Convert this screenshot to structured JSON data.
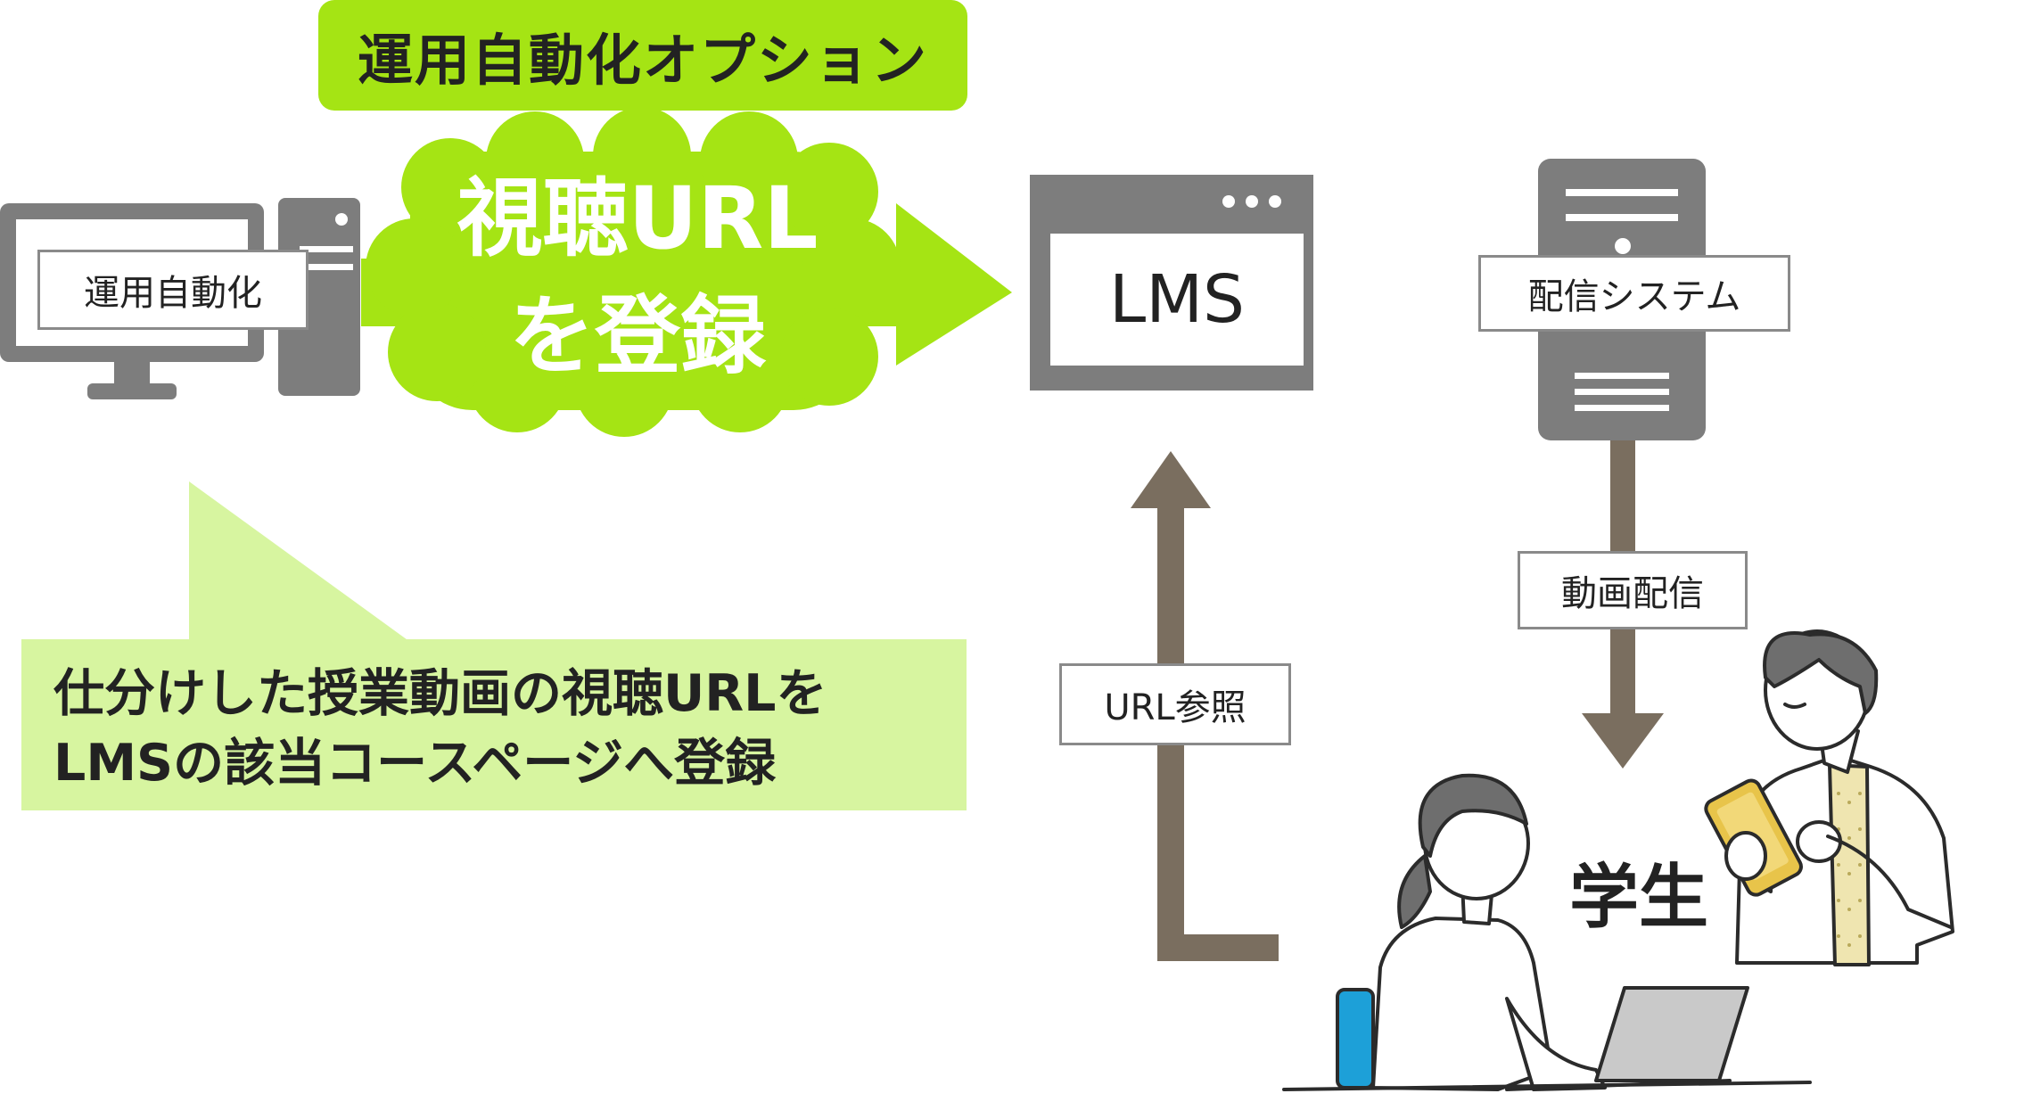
{
  "option_header": "運用自動化オプション",
  "automation_label": "運用自動化",
  "register_url": {
    "line1": "視聴URL",
    "line2": "を登録"
  },
  "callout": {
    "line1": "仕分けした授業動画の視聴URLを",
    "line2": "LMSの該当コースページへ登録"
  },
  "lms_label": "LMS",
  "delivery_system_label": "配信システム",
  "video_delivery_label": "動画配信",
  "url_reference_label": "URL参照",
  "student_label": "学生",
  "colors": {
    "accent_green": "#a5e414",
    "callout_green": "#d7f5a0",
    "device_gray": "#7d7d7d",
    "arrow_brown": "#7a6e5f",
    "laptop_screen": "#c9c9c9",
    "chair_blue": "#1da0d8",
    "phone_yellow": "#e8c44a"
  }
}
